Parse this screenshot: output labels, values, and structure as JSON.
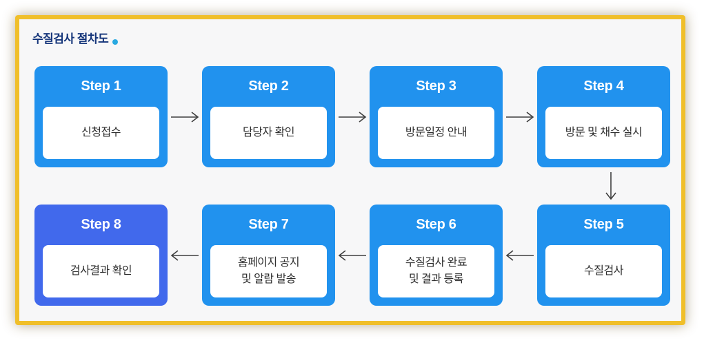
{
  "title": "수질검사 절차도",
  "colors": {
    "step-blue": "#2192ee",
    "step-final": "#4169ec",
    "border-gold": "#f0bf2a",
    "panel-bg": "#f7f7f8",
    "title-color": "#15357a",
    "dot-color": "#29a9e1",
    "arrow-color": "#3f3f3f"
  },
  "steps": [
    {
      "label": "Step 1",
      "text": "신청접수"
    },
    {
      "label": "Step 2",
      "text": "담당자 확인"
    },
    {
      "label": "Step 3",
      "text": "방문일정 안내"
    },
    {
      "label": "Step 4",
      "text": "방문 및 채수 실시"
    },
    {
      "label": "Step 5",
      "text": "수질검사"
    },
    {
      "label": "Step 6",
      "text": "수질검사 완료\n및 결과 등록"
    },
    {
      "label": "Step 7",
      "text": "홈페이지 공지\n및 알람 발송"
    },
    {
      "label": "Step 8",
      "text": "검사결과 확인"
    }
  ]
}
